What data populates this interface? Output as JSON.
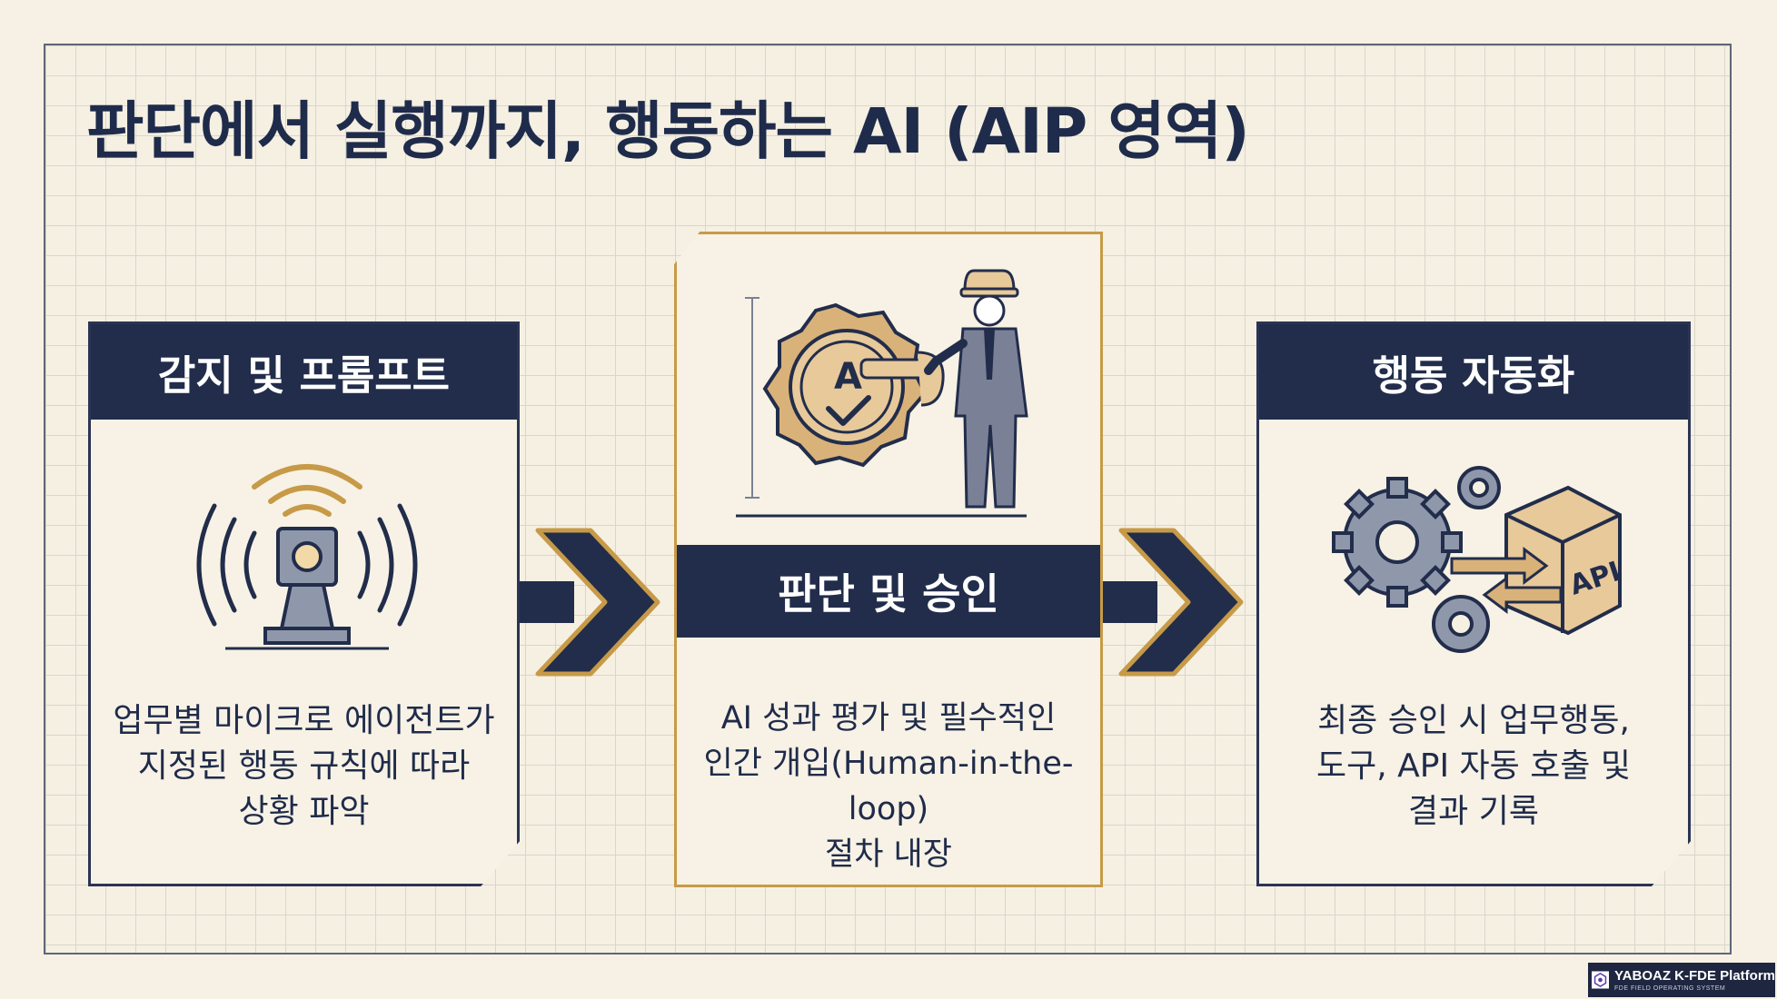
{
  "title": "판단에서 실행까지, 행동하는 AI (AIP 영역)",
  "steps": [
    {
      "header": "감지 및 프롬프트",
      "icon": "radar-sensor-icon",
      "description": [
        "업무별 마이크로 에이전트가",
        "지정된 행동 규칙에 따라",
        "상황 파악"
      ]
    },
    {
      "header": "판단 및 승인",
      "icon": "approval-seal-person-icon",
      "seal_letter": "A",
      "description": [
        "AI 성과 평가 및 필수적인",
        "인간 개입(Human-in-the-loop)",
        "절차 내장"
      ]
    },
    {
      "header": "행동 자동화",
      "icon": "gears-api-cube-icon",
      "cube_label": "API",
      "description": [
        "최종 승인 시 업무행동,",
        "도구, API 자동 호출 및",
        "결과 기록"
      ]
    }
  ],
  "logo": {
    "name": "YABOAZ K-FDE Platform",
    "subtitle": "FDE FIELD OPERATING SYSTEM"
  },
  "colors": {
    "navy": "#222d4b",
    "gold": "#c79a48",
    "background": "#f5f0e2"
  }
}
